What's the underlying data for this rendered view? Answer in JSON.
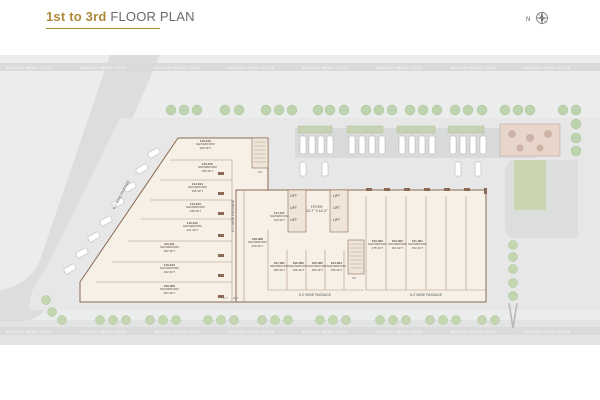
{
  "title": {
    "lead": "1st to 3rd",
    "rest": "FLOOR PLAN"
  },
  "compass": {
    "north_label": "N",
    "icon": "compass-icon"
  },
  "watermark": "BALAJIS 99042 27575",
  "colors": {
    "accent": "#b08a3c",
    "road": "#e3e4e4",
    "floor": "#f7f0e6",
    "wall": "#8a6a55",
    "tree": "#c6d9b3",
    "pavement": "#d8dad7",
    "lawn": "#c9d6b0"
  },
  "upper_shops": [
    {
      "unit": "115-315",
      "type": "SHOWROOM",
      "area": "155 SFT"
    },
    {
      "unit": "114-314",
      "type": "SHOWROOM",
      "area": "156 SFT"
    },
    {
      "unit": "113-313",
      "type": "SHOWROOM",
      "area": "198 SFT"
    },
    {
      "unit": "112-312",
      "type": "SHOWROOM",
      "area": "241 SFT"
    },
    {
      "unit": "111-311",
      "type": "SHOWROOM",
      "area": "262 SFT"
    },
    {
      "unit": "110-310",
      "type": "SHOWROOM",
      "area": "263 SFT"
    },
    {
      "unit": "109-309",
      "type": "SHOWROOM",
      "area": "264 SFT"
    },
    {
      "unit": "108-308",
      "type": "SHOWROOM",
      "area": "270 SFT"
    }
  ],
  "mid_shops": [
    {
      "unit": "107-307",
      "type": "SHOWROOM",
      "area": "180 SFT"
    },
    {
      "unit": "106-306",
      "type": "SHOWROOM",
      "area": "156 SFT"
    },
    {
      "unit": "105-305",
      "type": "SHOWROOM",
      "area": "156 SFT"
    },
    {
      "unit": "104-304",
      "type": "SHOWROOM",
      "area": "156 SFT"
    },
    {
      "unit": "103-303",
      "type": "SHOWROOM",
      "area": "175 SFT"
    }
  ],
  "right_shops": [
    {
      "unit": "102-302",
      "type": "SHOWROOM",
      "area": "154 SFT"
    },
    {
      "unit": "101-301",
      "type": "SHOWROOM",
      "area": "154 SFT"
    }
  ],
  "corner_unit": {
    "unit": "116-316",
    "type": "SHOWROOM",
    "area": "192 SFT"
  },
  "unit_117": {
    "unit": "117-317",
    "type": "SHOWROOM",
    "area": "129 SFT"
  },
  "lift_label": "LIFT",
  "foyer": {
    "label": "FOYER",
    "size": "13'-7\" X 14'-2\""
  },
  "passages": {
    "left": "6.0' WIDE PASSAGE",
    "mid": "6.0' WIDE PASSAGE",
    "right": "6.0' WIDE PASSAGE",
    "vertical": "6.0' WIDE PASSAGE"
  },
  "small_tags": {
    "dn": "DN",
    "wc": "W.C",
    "dt": "D.T"
  }
}
